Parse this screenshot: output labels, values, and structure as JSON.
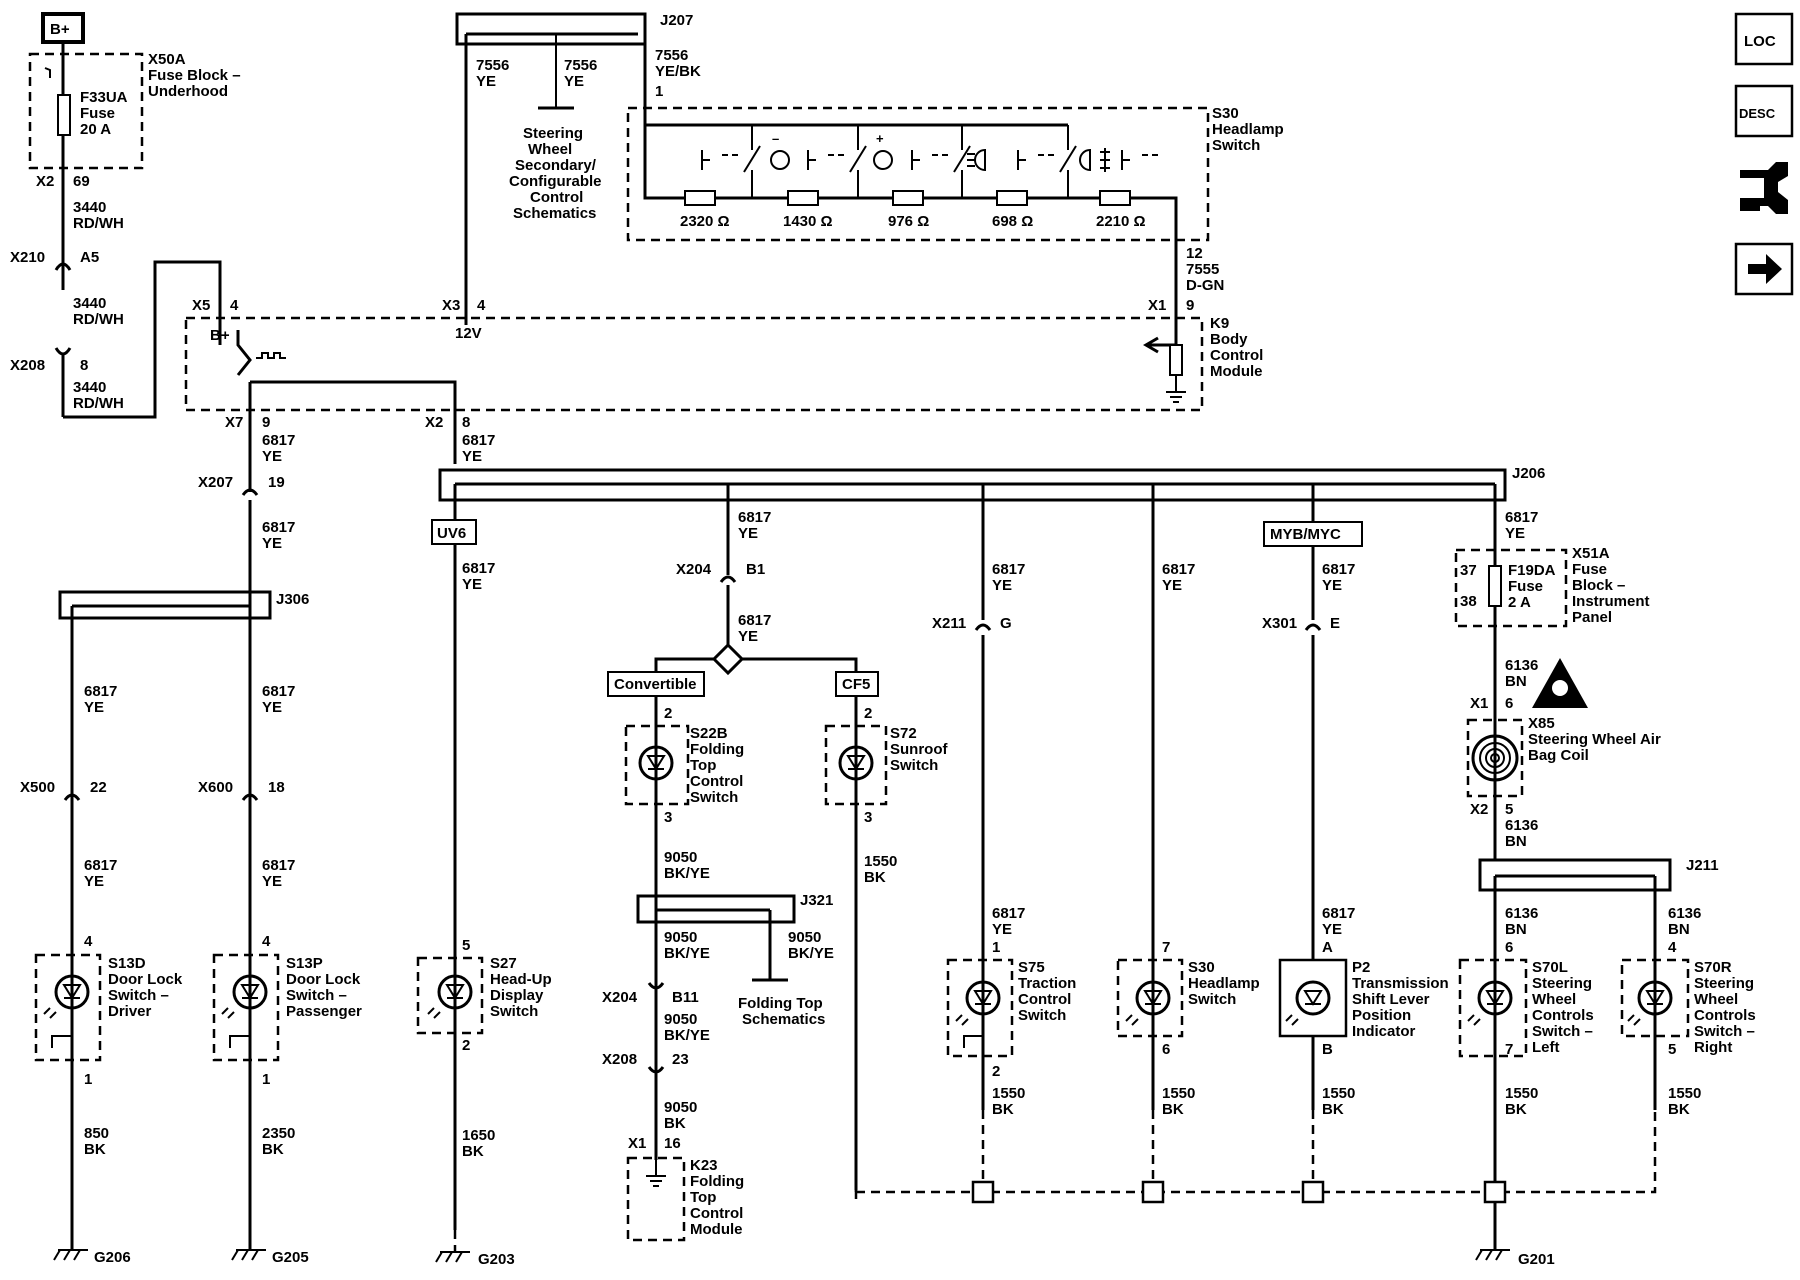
{
  "power": {
    "bplus": "B+"
  },
  "x50a": {
    "label": "X50A",
    "name": "Fuse Block –",
    "name2": "Underhood",
    "fuse": "F33UA",
    "fuse2": "Fuse",
    "fuse3": "20 A",
    "pin_conn": "X2",
    "pin": "69"
  },
  "w3440a": {
    "circuit": "3440",
    "color": "RD/WH"
  },
  "x210": {
    "label": "X210",
    "pin": "A5"
  },
  "w3440b": {
    "circuit": "3440",
    "color": "RD/WH"
  },
  "x208_top": {
    "label": "X208",
    "pin": "8"
  },
  "w3440c": {
    "circuit": "3440",
    "color": "RD/WH"
  },
  "j207": {
    "label": "J207"
  },
  "w7556a": {
    "circuit": "7556",
    "color": "YE"
  },
  "w7556b": {
    "circuit": "7556",
    "color": "YE"
  },
  "w7556c": {
    "circuit": "7556",
    "color": "YE/BK",
    "pin": "1"
  },
  "steering_ref": {
    "l1": "Steering",
    "l2": "Wheel",
    "l3": "Secondary/",
    "l4": "Configurable",
    "l5": "Control",
    "l6": "Schematics"
  },
  "s30_switch": {
    "label": "S30",
    "l1": "Headlamp",
    "l2": "Switch"
  },
  "resistors": [
    "2320 Ω",
    "1430 Ω",
    "976 Ω",
    "698 Ω",
    "2210 Ω"
  ],
  "w7555": {
    "pin": "12",
    "circuit": "7555",
    "color": "D-GN"
  },
  "k9": {
    "label": "K9",
    "l1": "Body",
    "l2": "Control",
    "l3": "Module",
    "x5": "X5",
    "x5pin": "4",
    "bplus": "B+",
    "x3": "X3",
    "x3pin": "4",
    "volt": "12V",
    "x1": "X1",
    "x1pin": "9",
    "x7": "X7",
    "x7pin": "9",
    "x2": "X2",
    "x2pin": "8"
  },
  "w6817_x7": {
    "circuit": "6817",
    "color": "YE"
  },
  "w6817_x2": {
    "circuit": "6817",
    "color": "YE"
  },
  "x207": {
    "label": "X207",
    "pin": "19"
  },
  "w6817_x207": {
    "circuit": "6817",
    "color": "YE"
  },
  "j306": {
    "label": "J306"
  },
  "j206": {
    "label": "J206"
  },
  "uv6": {
    "label": "UV6"
  },
  "myb": {
    "label": "MYB/MYC"
  },
  "driver": {
    "circuit": "6817",
    "color": "YE",
    "conn": "X500",
    "pin": "22",
    "circuit2": "6817",
    "color2": "YE",
    "pin_top": "4",
    "label": "S13D",
    "l1": "Door Lock",
    "l2": "Switch –",
    "l3": "Driver",
    "pin_bot": "1",
    "gnd_circuit": "850",
    "gnd_color": "BK",
    "ground": "G206"
  },
  "passenger": {
    "circuit": "6817",
    "color": "YE",
    "conn": "X600",
    "pin": "18",
    "circuit2": "6817",
    "color2": "YE",
    "pin_top": "4",
    "label": "S13P",
    "l1": "Door Lock",
    "l2": "Switch –",
    "l3": "Passenger",
    "pin_bot": "1",
    "gnd_circuit": "2350",
    "gnd_color": "BK",
    "ground": "G205"
  },
  "hud": {
    "circuit": "6817",
    "color": "YE",
    "pin_top": "5",
    "label": "S27",
    "l1": "Head-Up",
    "l2": "Display",
    "l3": "Switch",
    "pin_bot": "2",
    "gnd_circuit": "1650",
    "gnd_color": "BK",
    "ground": "G203"
  },
  "folding": {
    "circuit": "6817",
    "color": "YE",
    "conn": "X204",
    "pin": "B1",
    "circuit2": "6817",
    "color2": "YE",
    "opt1": "Convertible",
    "opt2": "CF5"
  },
  "s22b": {
    "pin_top": "2",
    "label": "S22B",
    "l1": "Folding",
    "l2": "Top",
    "l3": "Control",
    "l4": "Switch",
    "pin_bot": "3",
    "circuit": "9050",
    "color": "BK/YE"
  },
  "j321": {
    "label": "J321",
    "circuit": "9050",
    "color": "BK/YE",
    "circuit_r": "9050",
    "color_r": "BK/YE",
    "ref1": "Folding Top",
    "ref2": "Schematics"
  },
  "x204_b11": {
    "label": "X204",
    "pin": "B11",
    "circuit": "9050",
    "color": "BK/YE"
  },
  "x208_23": {
    "label": "X208",
    "pin": "23",
    "circuit": "9050",
    "color": "BK"
  },
  "k23": {
    "conn": "X1",
    "pin": "16",
    "label": "K23",
    "l1": "Folding",
    "l2": "Top",
    "l3": "Control",
    "l4": "Module"
  },
  "s72": {
    "pin_top": "2",
    "label": "S72",
    "l1": "Sunroof",
    "l2": "Switch",
    "pin_bot": "3",
    "circuit": "1550",
    "color": "BK"
  },
  "traction": {
    "circuit": "6817",
    "color": "YE",
    "conn": "X211",
    "pin": "G",
    "circuit2": "6817",
    "color2": "YE",
    "pin_top": "1",
    "label": "S75",
    "l1": "Traction",
    "l2": "Control",
    "l3": "Switch",
    "pin_bot": "2",
    "gnd_circuit": "1550",
    "gnd_color": "BK"
  },
  "s30_ind": {
    "circuit": "6817",
    "color": "YE",
    "pin_top": "7",
    "label": "S30",
    "l1": "Headlamp",
    "l2": "Switch",
    "pin_bot": "6",
    "gnd_circuit": "1550",
    "gnd_color": "BK"
  },
  "p2": {
    "circuit": "6817",
    "color": "YE",
    "conn": "X301",
    "pin": "E",
    "pin_top": "A",
    "label": "P2",
    "l1": "Transmission",
    "l2": "Shift Lever",
    "l3": "Position",
    "l4": "Indicator",
    "pin_bot": "B",
    "gnd_circuit": "1550",
    "gnd_color": "BK"
  },
  "x51a": {
    "circuit": "6817",
    "color": "YE",
    "pin_a": "37",
    "pin_b": "38",
    "fuse": "F19DA",
    "fuse2": "Fuse",
    "fuse3": "2 A",
    "label": "X51A",
    "l1": "Fuse",
    "l2": "Block –",
    "l3": "Instrument",
    "l4": "Panel"
  },
  "x85": {
    "circuit": "6136",
    "color": "BN",
    "conn1": "X1",
    "pin1": "6",
    "label": "X85",
    "l1": "Steering Wheel Air",
    "l2": "Bag Coil",
    "conn2": "X2",
    "pin2": "5",
    "circuit2": "6136",
    "color2": "BN"
  },
  "j211": {
    "label": "J211"
  },
  "s70l": {
    "circuit": "6136",
    "color": "BN",
    "pin_top": "6",
    "label": "S70L",
    "l1": "Steering",
    "l2": "Wheel",
    "l3": "Controls",
    "l4": "Switch –",
    "l5": "Left",
    "pin_bot": "7",
    "gnd_circuit": "1550",
    "gnd_color": "BK",
    "ground": "G201"
  },
  "s70r": {
    "circuit": "6136",
    "color": "BN",
    "pin_top": "4",
    "label": "S70R",
    "l1": "Steering",
    "l2": "Wheel",
    "l3": "Controls",
    "l4": "Switch –",
    "l5": "Right",
    "pin_bot": "5",
    "gnd_circuit": "1550",
    "gnd_color": "BK"
  },
  "nav": {
    "loc": "LOC",
    "desc": "DESC",
    "repair_icon": "connector-repair-icon",
    "next_icon": "arrow-right-icon"
  }
}
